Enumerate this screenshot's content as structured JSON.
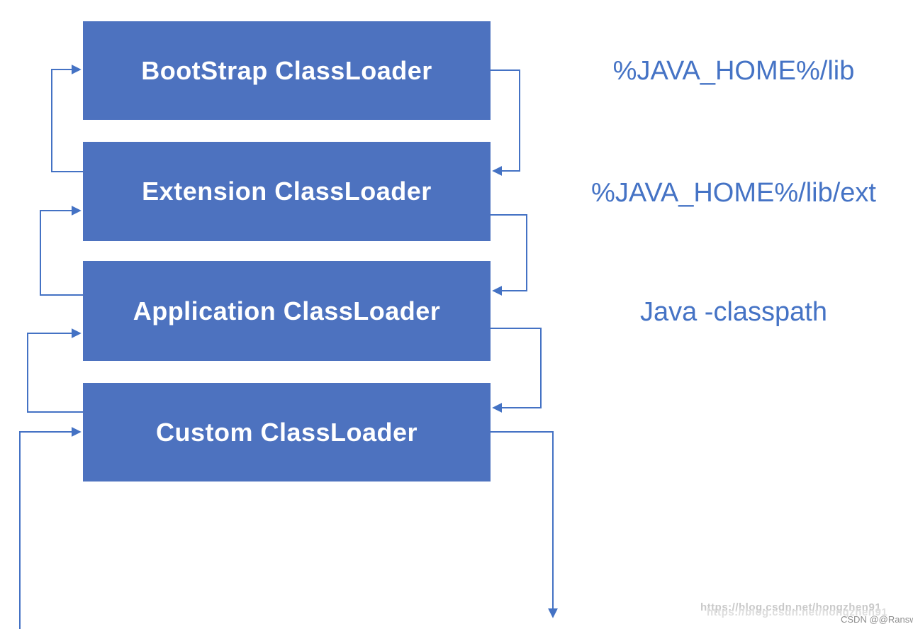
{
  "colors": {
    "page_bg": "#ffffff",
    "box_fill": "#4d72bf",
    "box_text": "#ffffff",
    "connector": "#4472c4",
    "annotation_text": "#4573c5",
    "watermark_light": "#c9c9c9",
    "watermark_lighter": "#dedede",
    "watermark_dark": "#8f8f8f"
  },
  "diagram": {
    "type": "flowchart",
    "subject": "Java ClassLoader delegation hierarchy",
    "boxes": [
      {
        "label": "BootStrap ClassLoader"
      },
      {
        "label": "Extension ClassLoader"
      },
      {
        "label": "Application ClassLoader"
      },
      {
        "label": "Custom ClassLoader"
      }
    ],
    "annotations": [
      {
        "text": "%JAVA_HOME%/lib",
        "for": "BootStrap ClassLoader"
      },
      {
        "text": "%JAVA_HOME%/lib/ext",
        "for": "Extension ClassLoader"
      },
      {
        "text": "Java -classpath",
        "for": "Application ClassLoader"
      }
    ],
    "connections": [
      {
        "from": "Extension ClassLoader",
        "to": "BootStrap ClassLoader",
        "side": "left"
      },
      {
        "from": "Application ClassLoader",
        "to": "Extension ClassLoader",
        "side": "left"
      },
      {
        "from": "Custom ClassLoader",
        "to": "Application ClassLoader",
        "side": "left"
      },
      {
        "from": "bottom-edge",
        "to": "Custom ClassLoader",
        "side": "left"
      },
      {
        "from": "BootStrap ClassLoader",
        "to": "Extension ClassLoader",
        "side": "right"
      },
      {
        "from": "Extension ClassLoader",
        "to": "Application ClassLoader",
        "side": "right"
      },
      {
        "from": "Application ClassLoader",
        "to": "Custom ClassLoader",
        "side": "right"
      },
      {
        "from": "Custom ClassLoader",
        "to": "bottom-edge",
        "side": "right"
      }
    ]
  },
  "watermark": {
    "url_text": "https://blog.csdn.net/hongzhen91",
    "handle_text": "CSDN @@Ransw"
  }
}
